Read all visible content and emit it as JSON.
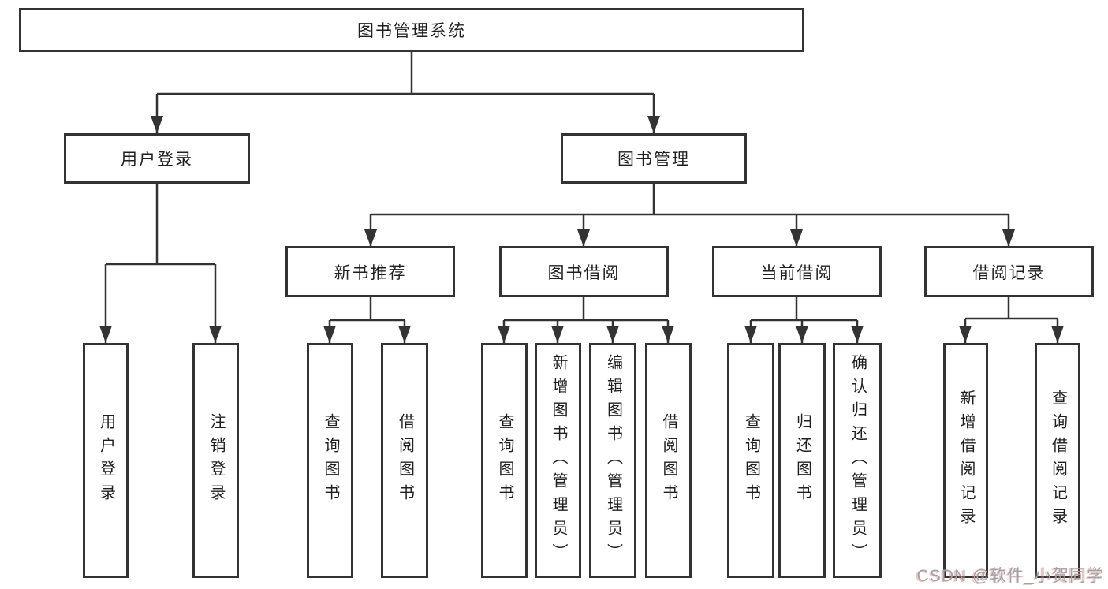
{
  "diagram": {
    "root": {
      "label": "图书管理系统"
    },
    "branches": [
      {
        "label": "用户登录",
        "children": [
          {
            "label": "用户登录"
          },
          {
            "label": "注销登录"
          }
        ]
      },
      {
        "label": "图书管理",
        "children": [
          {
            "label": "新书推荐",
            "children": [
              {
                "label": "查询图书"
              },
              {
                "label": "借阅图书"
              }
            ]
          },
          {
            "label": "图书借阅",
            "children": [
              {
                "label": "查询图书"
              },
              {
                "label": "新增图书（管理员）"
              },
              {
                "label": "编辑图书（管理员）"
              },
              {
                "label": "借阅图书"
              }
            ]
          },
          {
            "label": "当前借阅",
            "children": [
              {
                "label": "查询图书"
              },
              {
                "label": "归还图书"
              },
              {
                "label": "确认归还（管理员）"
              }
            ]
          },
          {
            "label": "借阅记录",
            "children": [
              {
                "label": "新增借阅记录"
              },
              {
                "label": "查询借阅记录"
              }
            ]
          }
        ]
      }
    ],
    "watermark": "CSDN @软件_小贺同学",
    "colors": {
      "line": "#333333",
      "box_border": "#333333",
      "text": "#1f1f1f",
      "background": "#ffffff",
      "watermark": "#a3a3a3",
      "watermark_fringe": "#d86c6c"
    }
  }
}
